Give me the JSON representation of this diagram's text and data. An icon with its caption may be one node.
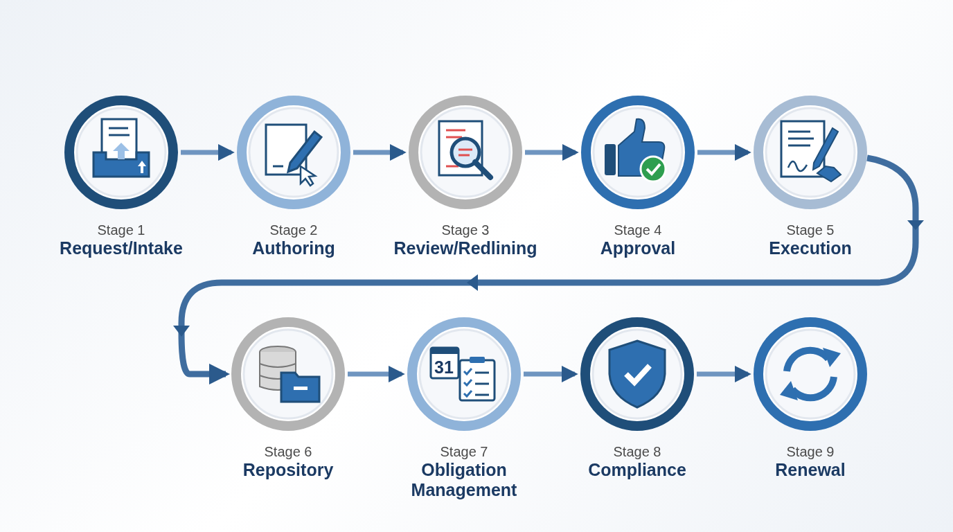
{
  "diagram": {
    "nodes": [
      {
        "text": [
          "Stage 1",
          "Request/Intake"
        ]
      },
      {
        "text": [
          "Stage 2",
          "Authoring"
        ]
      },
      {
        "text": [
          "Stage 3",
          "Review/Redlining"
        ]
      },
      {
        "text": [
          "Stage 4",
          "Approval"
        ]
      },
      {
        "text": [
          "Stage 5",
          "Execution"
        ]
      },
      {
        "text": [
          "Stage 6",
          "Repository"
        ]
      },
      {
        "text": [
          "Stage 7",
          "Obligation Management"
        ]
      },
      {
        "text": [
          "Stage 8",
          "Compliance"
        ]
      },
      {
        "text": [
          "Stage 9",
          "Renewal"
        ]
      }
    ],
    "edges": [
      {
        "from": 0,
        "to": 1,
        "arrow": "to"
      },
      {
        "from": 1,
        "to": 2,
        "arrow": "to"
      },
      {
        "from": 2,
        "to": 3,
        "arrow": "to"
      },
      {
        "from": 3,
        "to": 4,
        "arrow": "to"
      },
      {
        "from": 4,
        "to": 5,
        "arrow": "to"
      },
      {
        "from": 5,
        "to": 6,
        "arrow": "to"
      },
      {
        "from": 6,
        "to": 7,
        "arrow": "to"
      },
      {
        "from": 7,
        "to": 8,
        "arrow": "to"
      }
    ],
    "labels": [
      "31"
    ]
  }
}
